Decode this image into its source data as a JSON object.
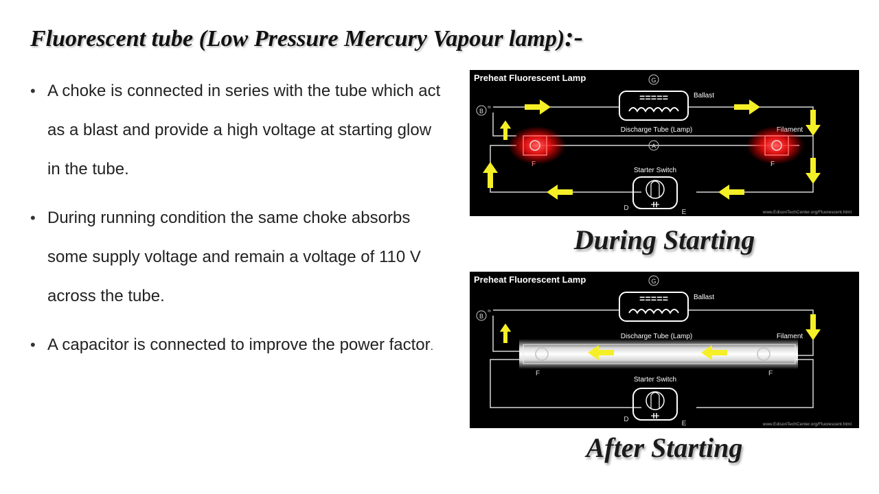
{
  "slide": {
    "title": "Fluorescent tube (Low Pressure Mercury Vapour lamp)",
    "title_suffix": ":-",
    "bullets": [
      {
        "text": "A choke is connected in series with the tube which act as a blast and provide a high voltage at starting glow in the tube.",
        "end": ""
      },
      {
        "text": "During running condition the same choke absorbs some supply voltage and remain a voltage of 110 V across the tube.",
        "end": ""
      },
      {
        "text": "A capacitor is connected to improve the power factor",
        "end": "."
      }
    ]
  },
  "diagrams": [
    {
      "caption": "During Starting",
      "title": "Preheat Fluorescent Lamp",
      "ballast": "Ballast",
      "ballast_coil": "=====",
      "tube_label": "Discharge Tube (Lamp)",
      "filament": "Filament",
      "starter": "Starter Switch",
      "url": "www.EdisonTechCenter.org/Fluorescent.html",
      "letters": {
        "g": "G",
        "b": "B",
        "a": "A",
        "f1": "F",
        "f2": "F",
        "d": "D",
        "e": "E"
      }
    },
    {
      "caption": "After Starting",
      "title": "Preheat Fluorescent Lamp",
      "ballast": "Ballast",
      "ballast_coil": "=====",
      "tube_label": "Discharge Tube (Lamp)",
      "filament": "Filament",
      "starter": "Starter Switch",
      "url": "www.EdisonTechCenter.org/Fluorescent.html",
      "letters": {
        "g": "G",
        "b": "B",
        "f1": "F",
        "f2": "F",
        "d": "D",
        "e": "E"
      }
    }
  ],
  "colors": {
    "arrow": "#f5ef28",
    "glow_red": "#ff2020",
    "glow_white": "#ffffff",
    "wire": "#d8d8d8"
  }
}
